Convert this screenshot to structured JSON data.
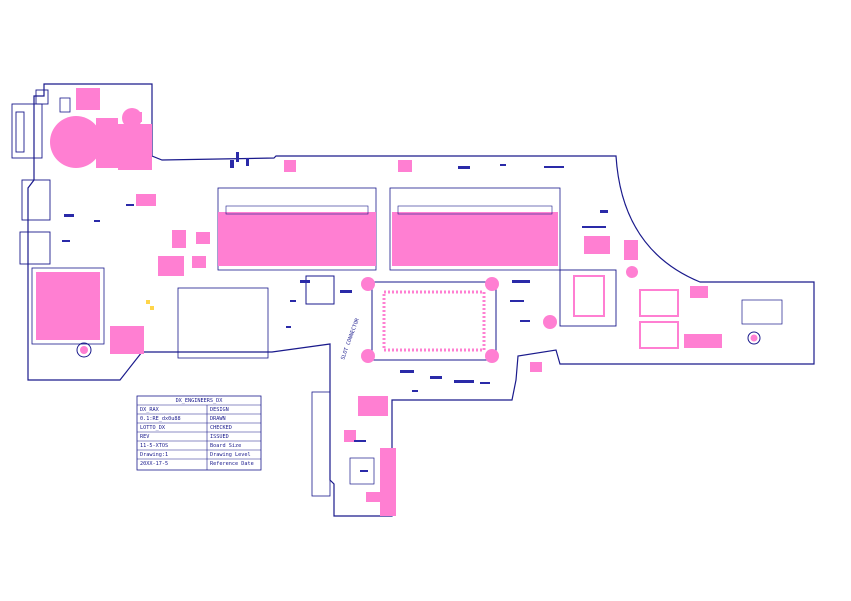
{
  "colors": {
    "outline": "#1a1a8c",
    "component": "#ff7fd2",
    "trace": "#2a2aa8",
    "accent": "#ffd54a",
    "background": "#ffffff"
  },
  "title_block": {
    "rows": [
      {
        "label": "",
        "value": "DX_ENGINEERS_DX"
      },
      {
        "label": "DESIGN",
        "value": "DX_RAX"
      },
      {
        "label": "DRAWN",
        "value": "0.1:RE_dx0u88"
      },
      {
        "label": "CHECKED",
        "value": "LOTTO_DX"
      },
      {
        "label": "ISSUED",
        "value": "REV"
      },
      {
        "label": "Board Size",
        "value": "11-5-XTOS"
      },
      {
        "label": "Drawing Level",
        "value": "Drawing:1"
      },
      {
        "label": "Reference Date",
        "value": "20XX-17-5"
      }
    ]
  },
  "board_label": "SLOT CONNECTOR"
}
